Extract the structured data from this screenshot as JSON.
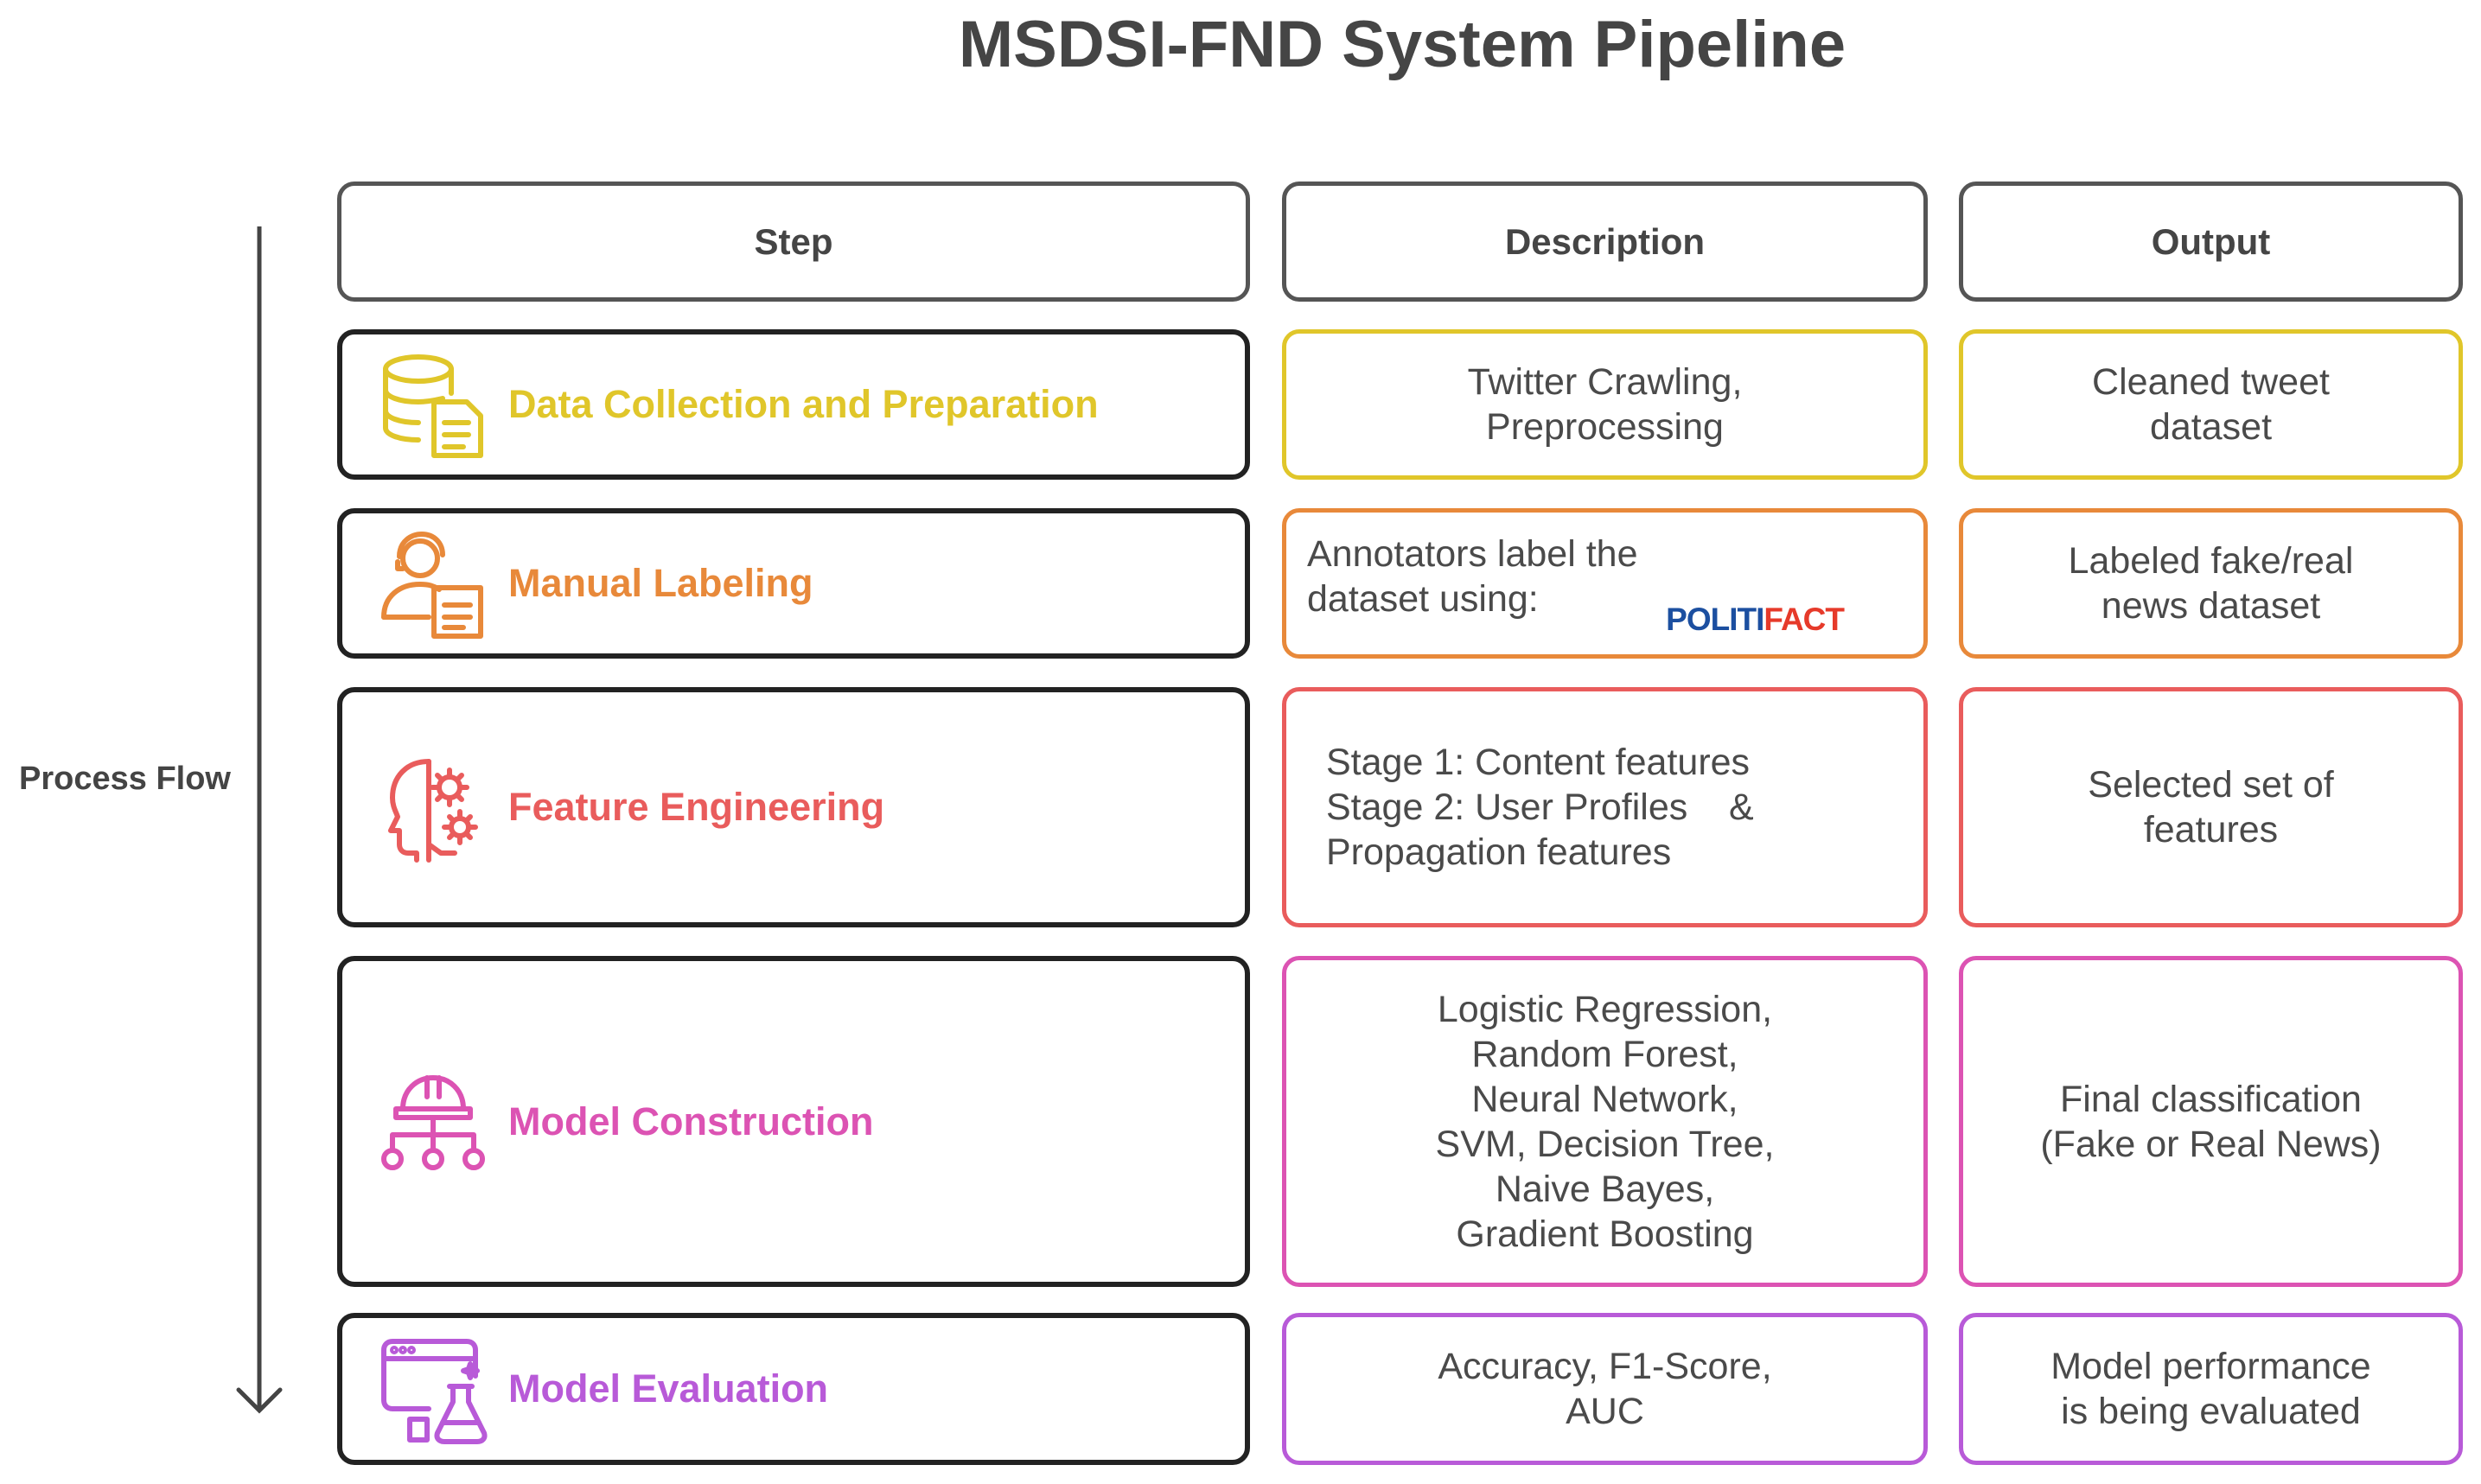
{
  "title": "MSDSI-FND System Pipeline",
  "flow_label": "Process Flow",
  "headers": {
    "step": "Step",
    "description": "Description",
    "output": "Output"
  },
  "colors": {
    "data_collection": "#e0c62a",
    "manual_labeling": "#e8893a",
    "feature_engineering": "#e95c5c",
    "model_construction": "#dc53b3",
    "model_evaluation": "#b85ad8",
    "header_border": "#555555",
    "step_border": "#222222"
  },
  "rows": [
    {
      "step": "Data Collection and Preparation",
      "icon": "database-document-icon",
      "description": "Twitter Crawling,\nPreprocessing",
      "output": "Cleaned tweet\ndataset"
    },
    {
      "step": "Manual Labeling",
      "icon": "annotator-document-icon",
      "description": "Annotators label the\ndataset using:",
      "logo": {
        "part1": "POLITI",
        "part2": "FACT"
      },
      "output": "Labeled fake/real\nnews dataset"
    },
    {
      "step": "Feature Engineering",
      "icon": "head-gears-icon",
      "description": "Stage 1: Content features\nStage 2: User Profiles    &\nPropagation features",
      "output": "Selected set of\nfeatures"
    },
    {
      "step": "Model Construction",
      "icon": "network-hardhat-icon",
      "description": "Logistic Regression,\nRandom Forest,\nNeural Network,\nSVM, Decision Tree,\nNaive Bayes,\nGradient Boosting",
      "output": "Final classification\n(Fake or Real News)"
    },
    {
      "step": "Model Evaluation",
      "icon": "browser-flask-icon",
      "description": "Accuracy, F1-Score,\nAUC",
      "output": "Model performance\nis being evaluated"
    }
  ]
}
